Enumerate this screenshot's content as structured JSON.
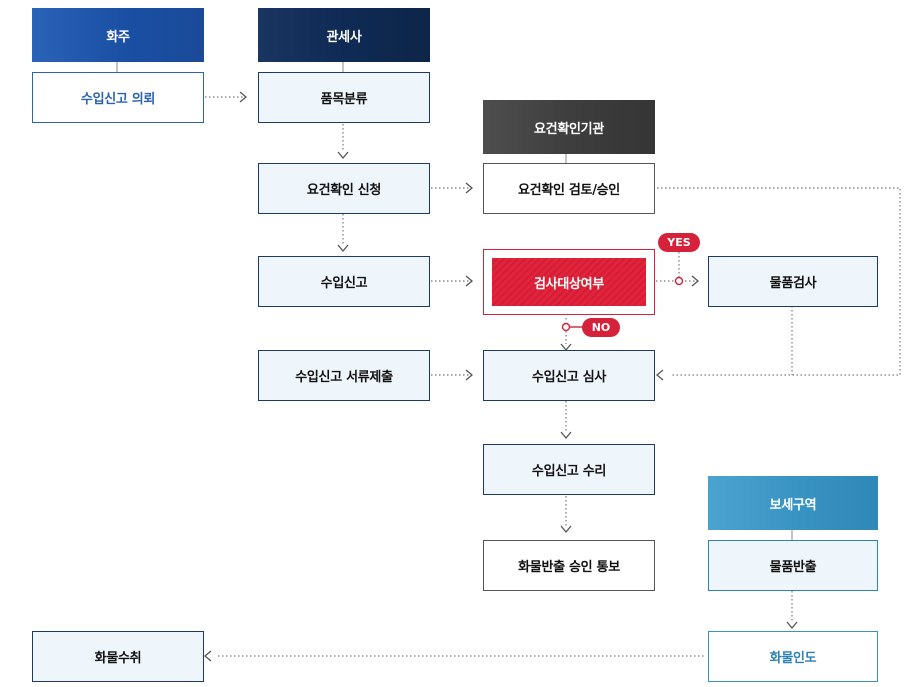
{
  "headers": {
    "shipper": "화주",
    "customs_broker": "관세사",
    "requirement_agency": "요건확인기관",
    "bonded_area": "보세구역"
  },
  "nodes": {
    "import_request": "수입신고 의뢰",
    "item_classification": "품목분류",
    "requirement_apply": "요건확인 신청",
    "requirement_review": "요건확인 검토/승인",
    "import_declaration": "수입신고",
    "inspection_target": "검사대상여부",
    "goods_inspection": "물품검사",
    "document_submission": "수입신고 서류제출",
    "declaration_review": "수입신고 심사",
    "declaration_acceptance": "수입신고 수리",
    "release_notice": "화물반출 승인 통보",
    "goods_release": "물품반출",
    "cargo_delivery": "화물인도",
    "cargo_receipt": "화물수취"
  },
  "branches": {
    "yes": "YES",
    "no": "NO"
  },
  "colors": {
    "shipper_blue": "#1a4fa3",
    "broker_navy": "#0f2b55",
    "agency_gray": "#3e3e3e",
    "bonded_sky": "#3a94c3",
    "decision_red": "#d6213a",
    "connector_gray": "#777777"
  }
}
